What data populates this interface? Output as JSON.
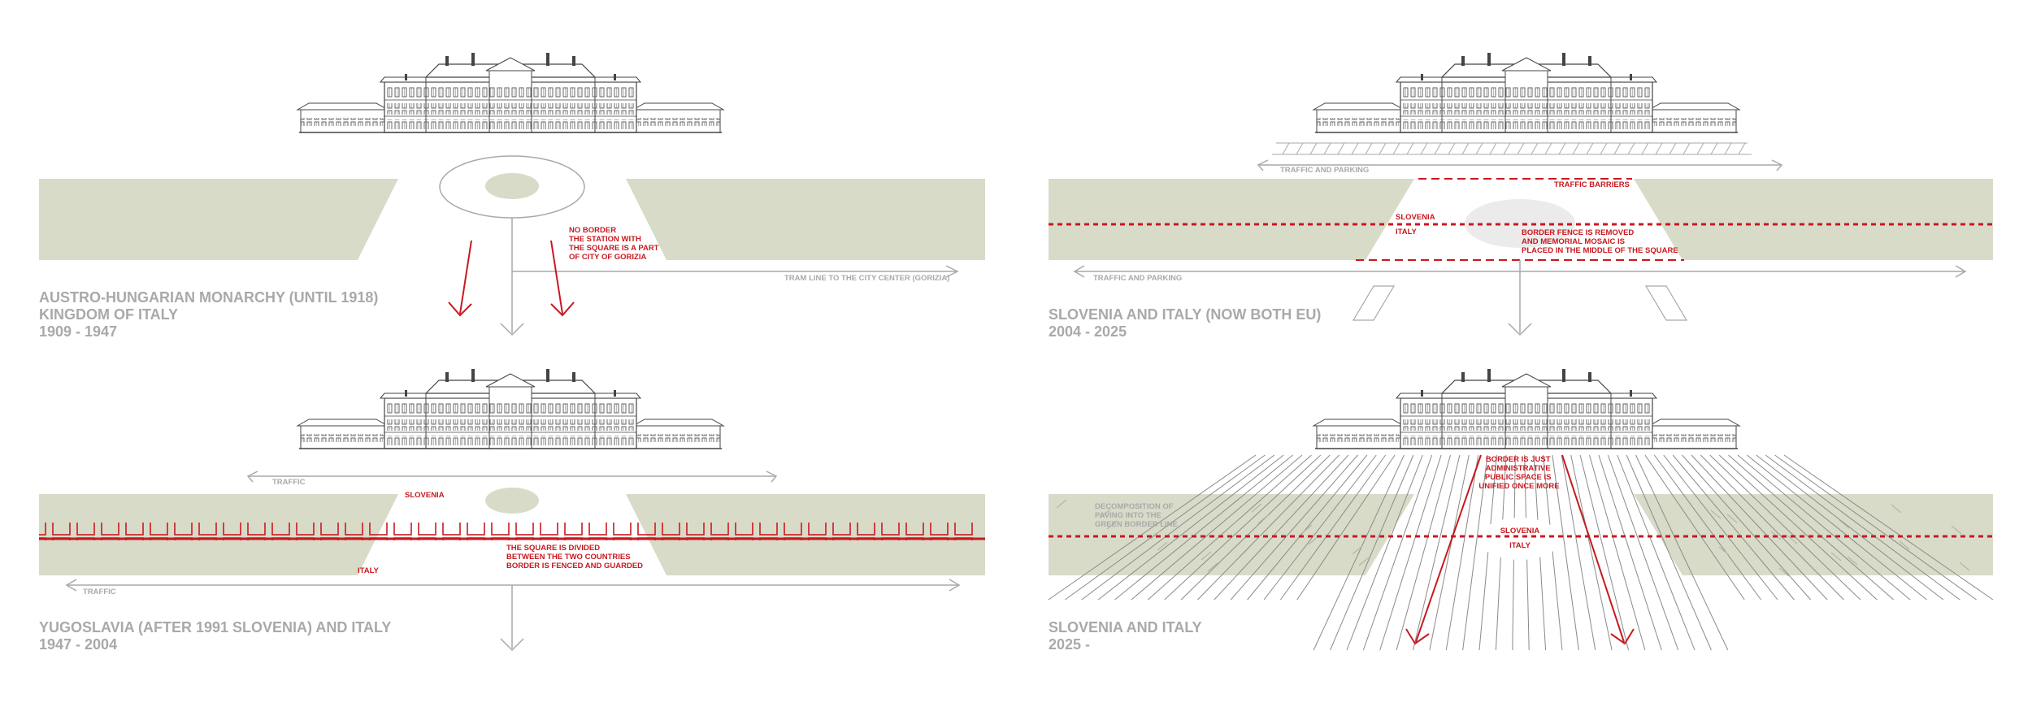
{
  "colors": {
    "band": "#d9dbc9",
    "accent": "#c8191f",
    "line": "#a9a9a9",
    "building": "#444444"
  },
  "panels": {
    "p1": {
      "title": [
        "AUSTRO-HUNGARIAN MONARCHY (UNTIL 1918)",
        "KINGDOM OF ITALY",
        "1909 - 1947"
      ],
      "note": [
        "NO BORDER",
        "THE STATION WITH",
        "THE SQUARE IS A PART",
        "OF CITY OF GORIZIA"
      ],
      "tram": "TRAM LINE TO THE CITY CENTER (GORIZIA)"
    },
    "p2": {
      "title": [
        "SLOVENIA AND ITALY (NOW BOTH EU)",
        "2004 - 2025"
      ],
      "traffic_top": "TRAFFIC AND PARKING",
      "traffic_bottom": "TRAFFIC AND PARKING",
      "barriers": "TRAFFIC BARRIERS",
      "slovenia": "SLOVENIA",
      "italy": "ITALY",
      "note": [
        "BORDER FENCE IS REMOVED",
        "AND MEMORIAL MOSAIC IS",
        "PLACED IN THE MIDDLE OF THE SQUARE"
      ]
    },
    "p3": {
      "title": [
        "YUGOSLAVIA (AFTER 1991 SLOVENIA) AND ITALY",
        "1947 - 2004"
      ],
      "traffic_top": "TRAFFIC",
      "traffic_bottom": "TRAFFIC",
      "slovenia": "SLOVENIA",
      "italy": "ITALY",
      "note": [
        "THE SQUARE IS DIVIDED",
        "BETWEEN THE TWO COUNTRIES",
        "BORDER IS FENCED AND GUARDED"
      ]
    },
    "p4": {
      "title": [
        "SLOVENIA AND ITALY",
        "2025 -"
      ],
      "decomp": [
        "DECOMPOSITION OF",
        "PAVING INTO THE",
        "GREEN BORDER LINE"
      ],
      "note": [
        "BORDER IS JUST",
        "ADMINISTRATIVE",
        "PUBLIC SPACE IS",
        "UNIFIED ONCE MORE"
      ],
      "slovenia": "SLOVENIA",
      "italy": "ITALY"
    }
  }
}
